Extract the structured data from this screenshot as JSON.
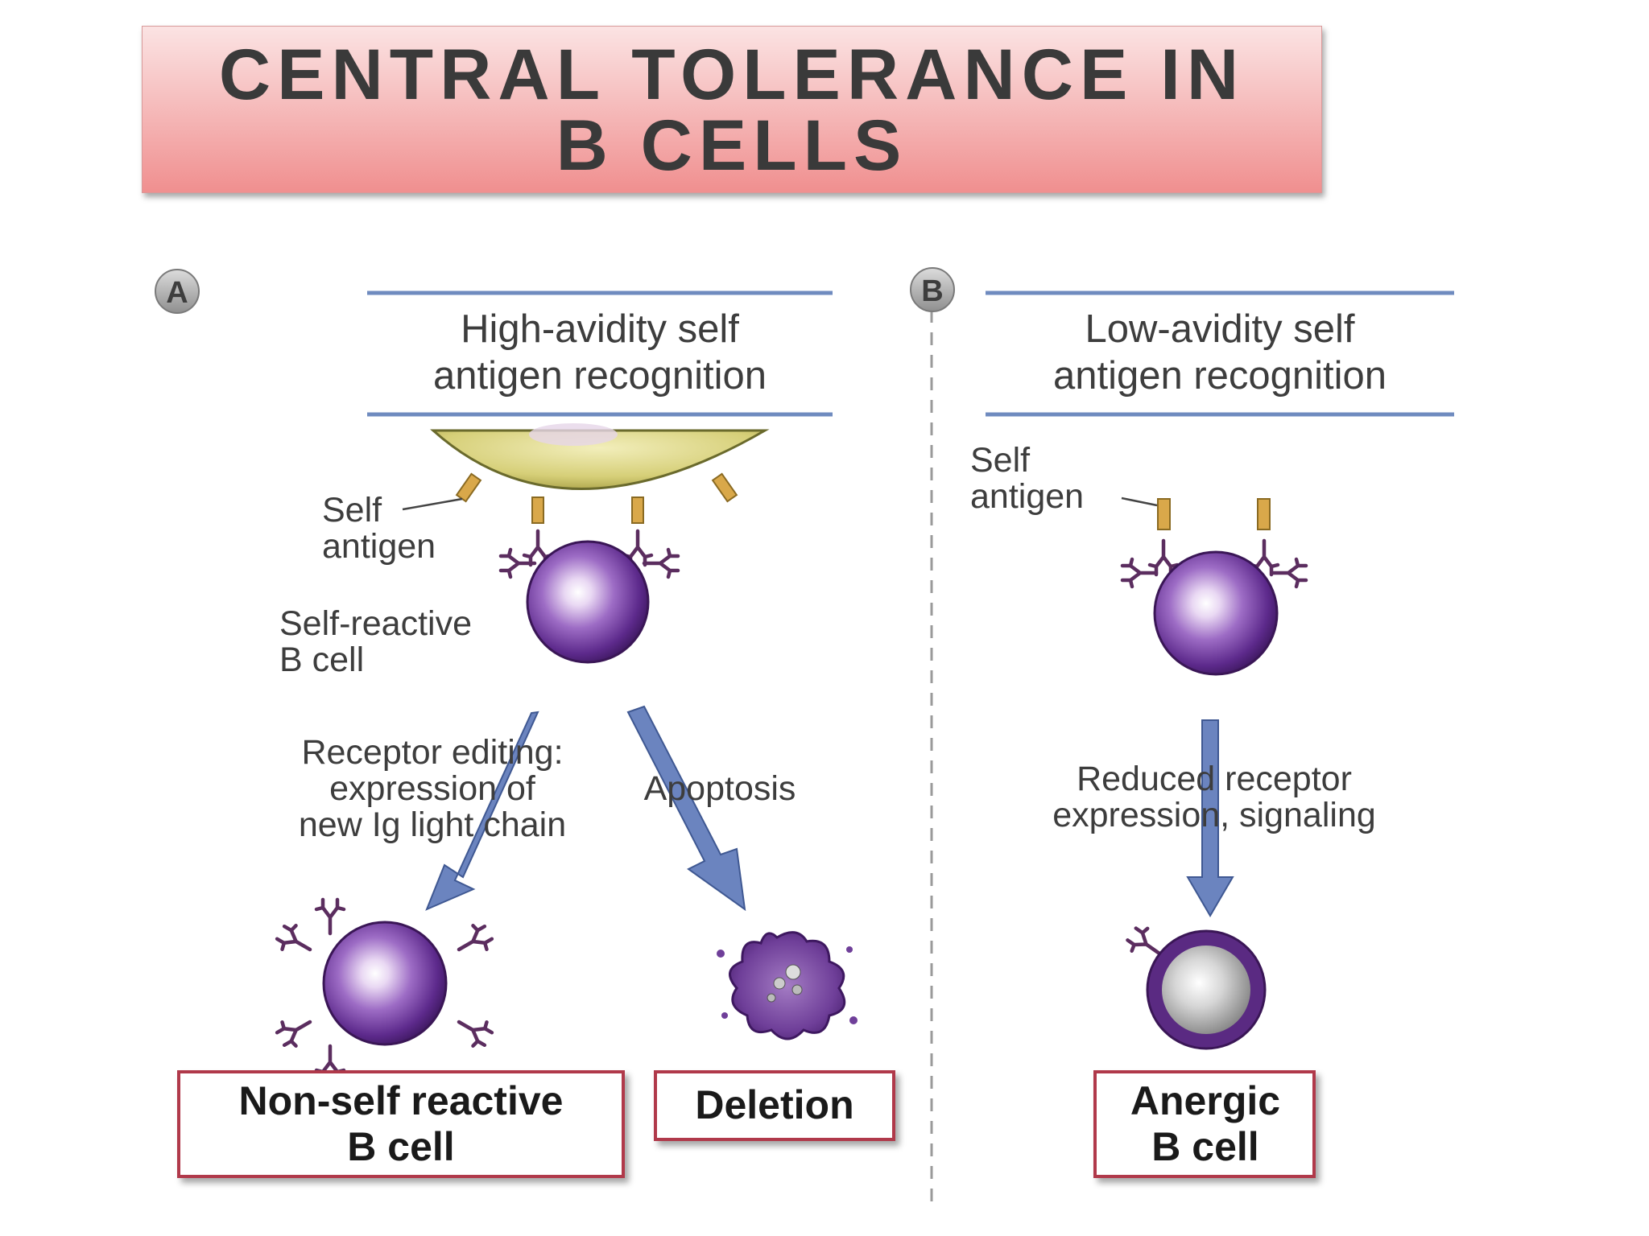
{
  "title": {
    "line1": "CENTRAL TOLERANCE IN",
    "line2": "B CELLS"
  },
  "panel_a": {
    "letter": "A",
    "header_line1": "High-avidity self",
    "header_line2": "antigen recognition",
    "self_antigen_line1": "Self",
    "self_antigen_line2": "antigen",
    "b_cell_line1": "Self-reactive",
    "b_cell_line2": "B cell",
    "editing_line1": "Receptor editing:",
    "editing_line2": "expression of",
    "editing_line3": "new Ig light chain",
    "apoptosis": "Apoptosis",
    "outcome1_line1": "Non-self reactive",
    "outcome1_line2": "B cell",
    "outcome2": "Deletion"
  },
  "panel_b": {
    "letter": "B",
    "header_line1": "Low-avidity self",
    "header_line2": "antigen recognition",
    "self_antigen_line1": "Self",
    "self_antigen_line2": "antigen",
    "reduced_line1": "Reduced receptor",
    "reduced_line2": "expression, signaling",
    "outcome_line1": "Anergic",
    "outcome_line2": "B cell"
  },
  "colors": {
    "cell_purple": "#5a2a82",
    "receptor_purple": "#5b2d5f",
    "antigen_gold": "#d9a84a",
    "apc_yellow": "#d9d27a",
    "arrow_blue": "#5b78b4",
    "header_rule": "#6f8bbf",
    "box_border": "#b0394a"
  }
}
